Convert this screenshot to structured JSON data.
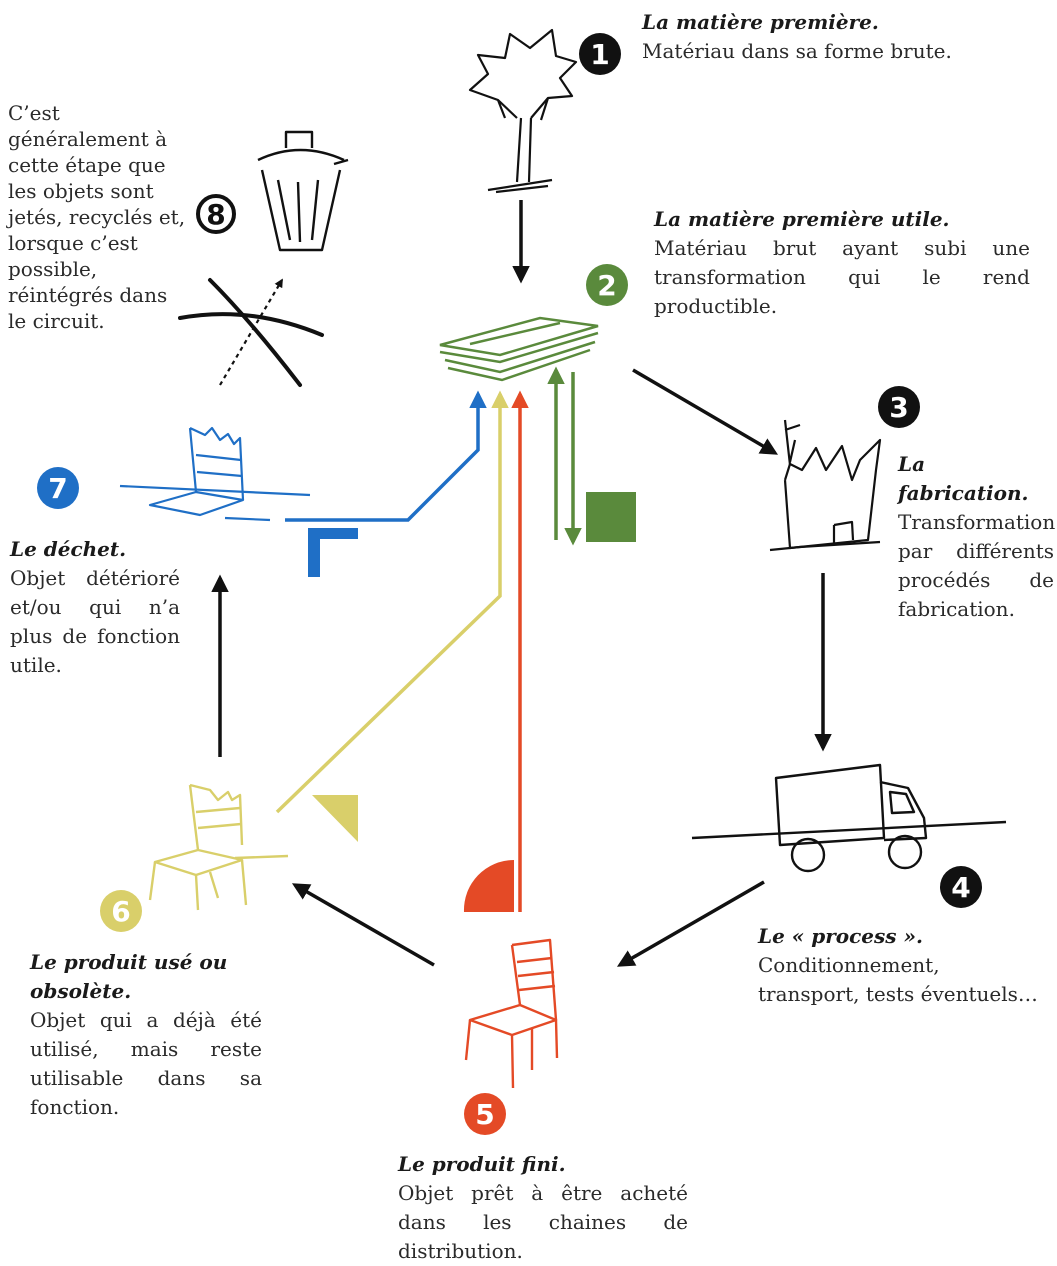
{
  "colors": {
    "black": "#111111",
    "green": "#5a8a3c",
    "blue": "#1f6fc6",
    "yellow": "#d9cf6a",
    "red": "#e44a26"
  },
  "icons": [
    "tree-icon",
    "planks-icon",
    "factory-icon",
    "truck-icon",
    "red-chair-icon",
    "worn-chair-icon",
    "broken-chair-icon",
    "trash-can-icon"
  ],
  "steps": [
    {
      "n": "1",
      "title": "La matière première.",
      "desc": "Matériau dans sa forme brute."
    },
    {
      "n": "2",
      "title": "La matière première utile.",
      "desc": "Matériau brut ayant subi une transformation qui le rend productible."
    },
    {
      "n": "3",
      "title": "La fabrication.",
      "desc": "Transformation par différents procédés de fabrication."
    },
    {
      "n": "4",
      "title": "Le « process ».",
      "desc": "Conditionnement, transport, tests éventuels…"
    },
    {
      "n": "5",
      "title": "Le produit fini.",
      "desc": "Objet prêt à être acheté dans les chaines de distribution."
    },
    {
      "n": "6",
      "title": "Le produit usé ou obsolète.",
      "desc": "Objet qui a déjà été utilisé, mais reste utilisable dans sa fonction."
    },
    {
      "n": "7",
      "title": "Le déchet.",
      "desc": "Objet détérioré et/ou qui n’a plus de fonction utile."
    },
    {
      "n": "8",
      "title": "",
      "desc": "C’est généralement à cette étape que les objets sont jetés, recyclés et, lorsque c’est possible, réintégrés dans le circuit."
    }
  ]
}
